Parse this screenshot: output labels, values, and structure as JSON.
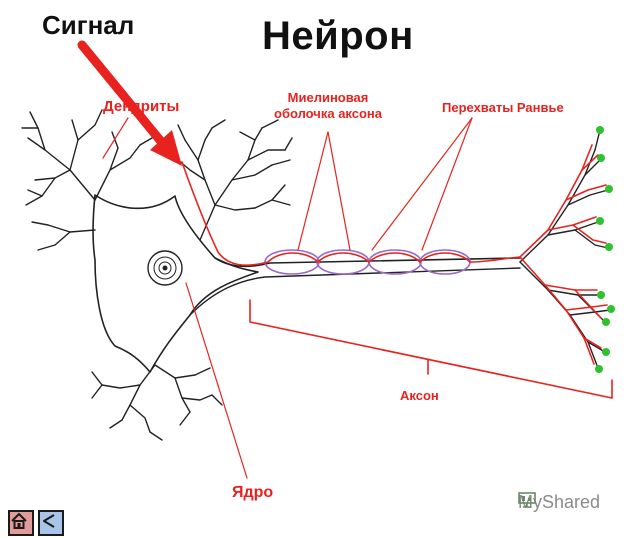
{
  "diagram": {
    "title": "Нейрон",
    "signal_label": "Сигнал",
    "labels": {
      "dendrites": "Дендриты",
      "myelin_line1": "Миелиновая",
      "myelin_line2": "оболочка аксона",
      "ranvier_nodes": "Перехваты Ранвье",
      "axon": "Аксон",
      "nucleus": "Ядро"
    }
  },
  "watermark": {
    "brand": "MyShared",
    "icon": "presentation-icon"
  },
  "navigation": {
    "home_icon": "home-icon",
    "back_icon": "back-arrow-icon"
  },
  "colors": {
    "label_red": "#e8231f",
    "myelin_purple": "#9b6cc0",
    "terminal_green": "#2fc22f",
    "home_button": "#e39a9a",
    "back_button": "#a8c4e8"
  }
}
